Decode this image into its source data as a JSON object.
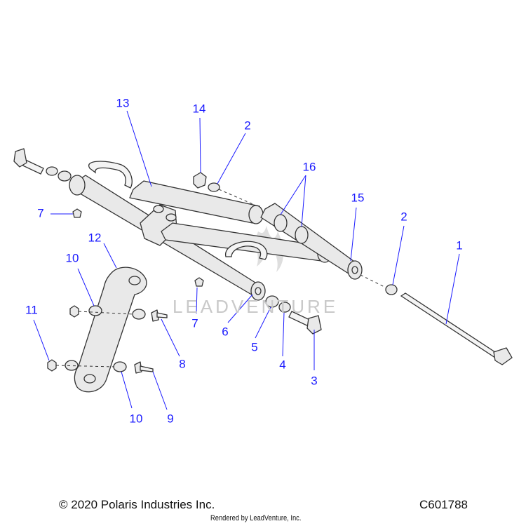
{
  "diagram": {
    "callouts": [
      "1",
      "2",
      "2",
      "3",
      "4",
      "5",
      "6",
      "7",
      "7",
      "8",
      "9",
      "10",
      "10",
      "11",
      "12",
      "13",
      "14",
      "15",
      "16"
    ],
    "watermark": "LEADVENTURE",
    "colors": {
      "callout": "#1a1aff",
      "leader": "#1a1aff",
      "part_fill": "#e8e8e8",
      "part_stroke": "#333333"
    }
  },
  "footer": {
    "copyright": "© 2020 Polaris Industries Inc.",
    "diagram_code": "C601788",
    "rendered_by": "Rendered by LeadVenture, Inc."
  }
}
